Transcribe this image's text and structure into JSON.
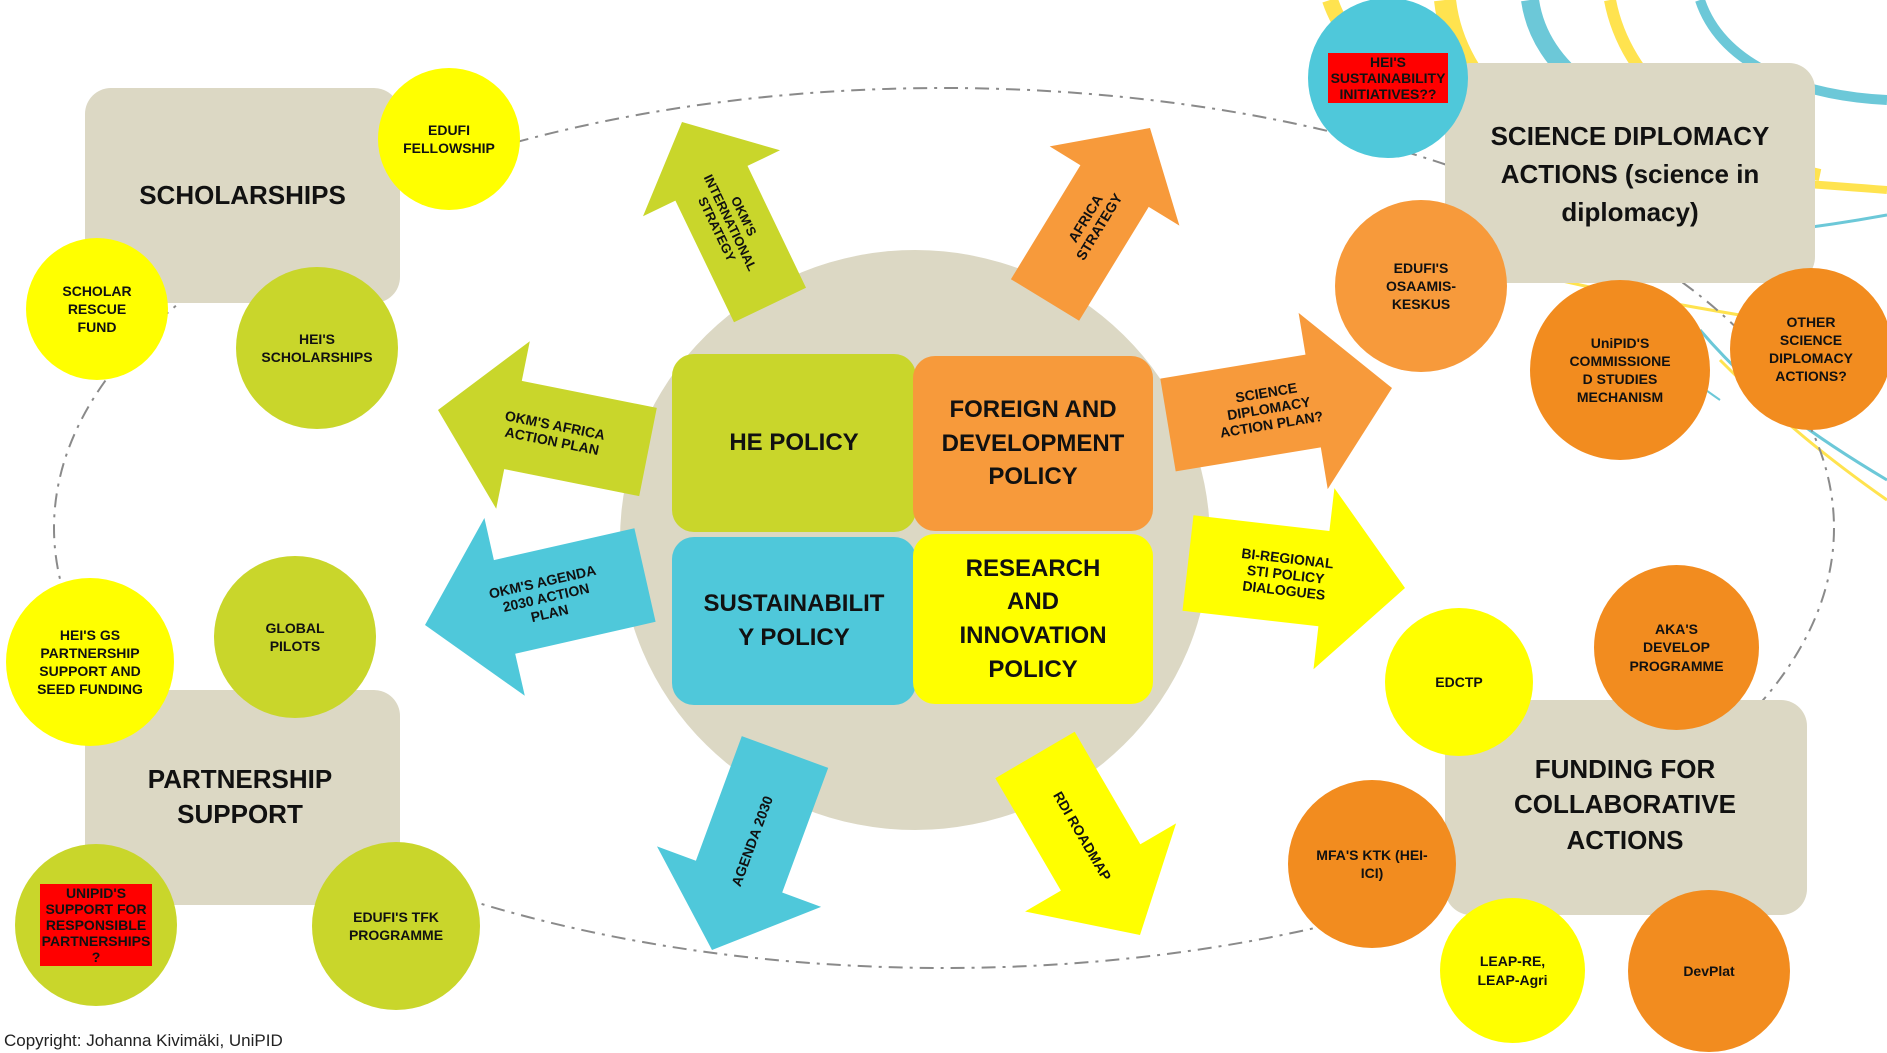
{
  "colors": {
    "panel": "#dcd8c4",
    "core": "#dcd8c4",
    "green": "#c9d62b",
    "orange": "#f79a3b",
    "blue": "#4fc8da",
    "yellow": "#ffff00",
    "highlight_red": "#ff0000"
  },
  "center": {
    "he_policy": "HE POLICY",
    "foreign_policy": "FOREIGN AND\nDEVELOPMENT\nPOLICY",
    "sustainability_policy": "SUSTAINABILIT\nY POLICY",
    "research_policy": "RESEARCH\nAND\nINNOVATION\nPOLICY"
  },
  "arrows": {
    "okm_international_strategy": "OKM'S\nINTERNATIONAL\nSTRATEGY",
    "africa_strategy": "AFRICA\nSTRATEGY",
    "okm_africa_action_plan": "OKM'S AFRICA\nACTION PLAN",
    "science_diplomacy_action_plan": "SCIENCE\nDIPLOMACY\nACTION PLAN?",
    "okm_agenda_2030_action_plan": "OKM'S AGENDA\n2030 ACTION\nPLAN",
    "bi_regional_sti": "BI-REGIONAL\nSTI POLICY\nDIALOGUES",
    "agenda_2030": "AGENDA 2030",
    "rdi_roadmap": "RDI ROADMAP"
  },
  "scholarships": {
    "title": "SCHOLARSHIPS",
    "edufi_fellowship": "EDUFI\nFELLOWSHIP",
    "scholar_rescue_fund": "SCHOLAR\nRESCUE\nFUND",
    "hei_scholarships": "HEI'S\nSCHOLARSHIPS"
  },
  "partnership": {
    "title": "PARTNERSHIP\nSUPPORT",
    "hei_gs": "HEI'S GS\nPARTNERSHIP\nSUPPORT  AND\nSEED FUNDING",
    "global_pilots": "GLOBAL\nPILOTS",
    "unipid_support": "UNIPID'S\nSUPPORT FOR\nRESPONSIBLE\nPARTNERSHIPS\n?",
    "edufi_tfk": "EDUFI'S TFK\nPROGRAMME"
  },
  "science_diplomacy": {
    "title": "SCIENCE DIPLOMACY\nACTIONS (science in\ndiplomacy)",
    "hei_sustainability": "HEI'S\nSUSTAINABILITY\nINITIATIVES??",
    "edufi_osaamiskeskus": "EDUFI'S\nOSAAMIS-\nKESKUS",
    "unipid_commissioned": "UniPID'S\nCOMMISSIONE\nD STUDIES\nMECHANISM",
    "other_actions": "OTHER\nSCIENCE\nDIPLOMACY\nACTIONS?"
  },
  "funding": {
    "title": "FUNDING FOR\nCOLLABORATIVE\nACTIONS",
    "edctp": "EDCTP",
    "aka_develop": "AKA'S\nDEVELOP\nPROGRAMME",
    "mfa_ktk": "MFA'S KTK (HEI-\nICI)",
    "leap": "LEAP-RE,\nLEAP-Agri",
    "devplat": "DevPlat"
  },
  "copyright": "Copyright: Johanna Kivimäki, UniPID"
}
